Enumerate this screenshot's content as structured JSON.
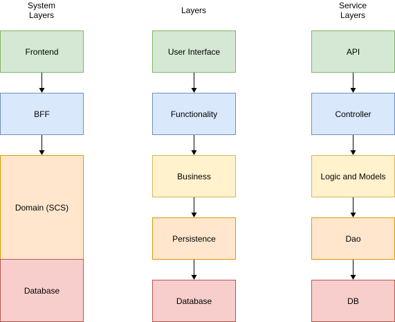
{
  "columns": [
    {
      "heading": "System\nLayers",
      "boxes": [
        {
          "label": "Frontend",
          "color": "green"
        },
        {
          "label": "BFF",
          "color": "blue"
        },
        {
          "label": "Domain (SCS)",
          "color": "orange"
        },
        {
          "label": "Database",
          "color": "red"
        }
      ]
    },
    {
      "heading": "Layers",
      "boxes": [
        {
          "label": "User Interface",
          "color": "green"
        },
        {
          "label": "Functionality",
          "color": "blue"
        },
        {
          "label": "Business",
          "color": "yellow"
        },
        {
          "label": "Persistence",
          "color": "orange"
        },
        {
          "label": "Database",
          "color": "red"
        }
      ]
    },
    {
      "heading": "Service\nLayers",
      "boxes": [
        {
          "label": "API",
          "color": "green"
        },
        {
          "label": "Controller",
          "color": "blue"
        },
        {
          "label": "Logic and Models",
          "color": "yellow"
        },
        {
          "label": "Dao",
          "color": "orange"
        },
        {
          "label": "DB",
          "color": "red"
        }
      ]
    }
  ],
  "palette": {
    "green": {
      "fill": "#d5e8d4",
      "stroke": "#82b366"
    },
    "blue": {
      "fill": "#dae8fc",
      "stroke": "#6c8ebf"
    },
    "yellow": {
      "fill": "#fff2cc",
      "stroke": "#d6b656"
    },
    "orange": {
      "fill": "#ffe6cc",
      "stroke": "#d79b00"
    },
    "red": {
      "fill": "#f8cecc",
      "stroke": "#b85450"
    },
    "arrow": "#000000"
  }
}
